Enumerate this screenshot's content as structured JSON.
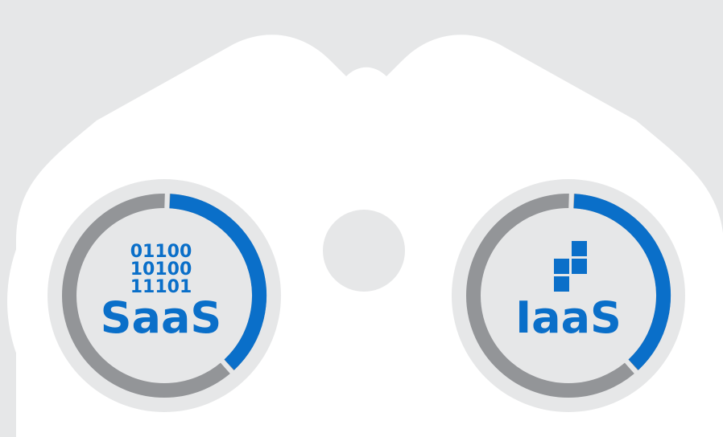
{
  "colors": {
    "background": "#e6e7e8",
    "binoculars": "#ffffff",
    "lens_inner": "#e6e7e8",
    "ring_track": "#939598",
    "ring_accent": "#0a6fc9",
    "text_blue": "#0a6fc9"
  },
  "lenses": [
    {
      "name": "saas",
      "label": "SaaS",
      "binary_lines": [
        "01100",
        "10100",
        "11101"
      ],
      "progress": 0.38
    },
    {
      "name": "iaas",
      "label": "IaaS",
      "icon": "stacked-blocks-icon",
      "progress": 0.38
    }
  ]
}
